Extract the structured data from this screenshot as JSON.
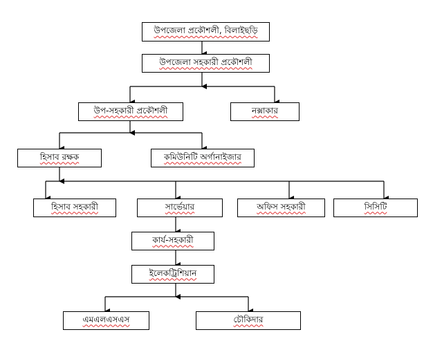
{
  "org_chart": {
    "nodes": {
      "upazila_engineer": "উপজেলা প্রকৌশলী, বিলাইছড়ি",
      "upazila_asst_engineer": "উপজেলা সহকারী প্রকৌশলী",
      "sub_asst_engineer": "উপ-সহকারী প্রকৌশলী",
      "draftsman": "নক্সাকার",
      "accountant": "হিসাব রক্ষক",
      "community_organizer": "কমিউনিটি অর্গানাইজার",
      "accounts_assistant": "হিসাব সহকারী",
      "surveyor": "সার্ভেয়ার",
      "office_assistant": "অফিস সহকারী",
      "cc": "সিসিটি",
      "work_assistant": "কার্য-সহকারী",
      "electrician": "ইলেকট্রিশিয়ান",
      "mlss": "এমএলএসএস",
      "chowkidar": "চৌকিদার"
    }
  }
}
